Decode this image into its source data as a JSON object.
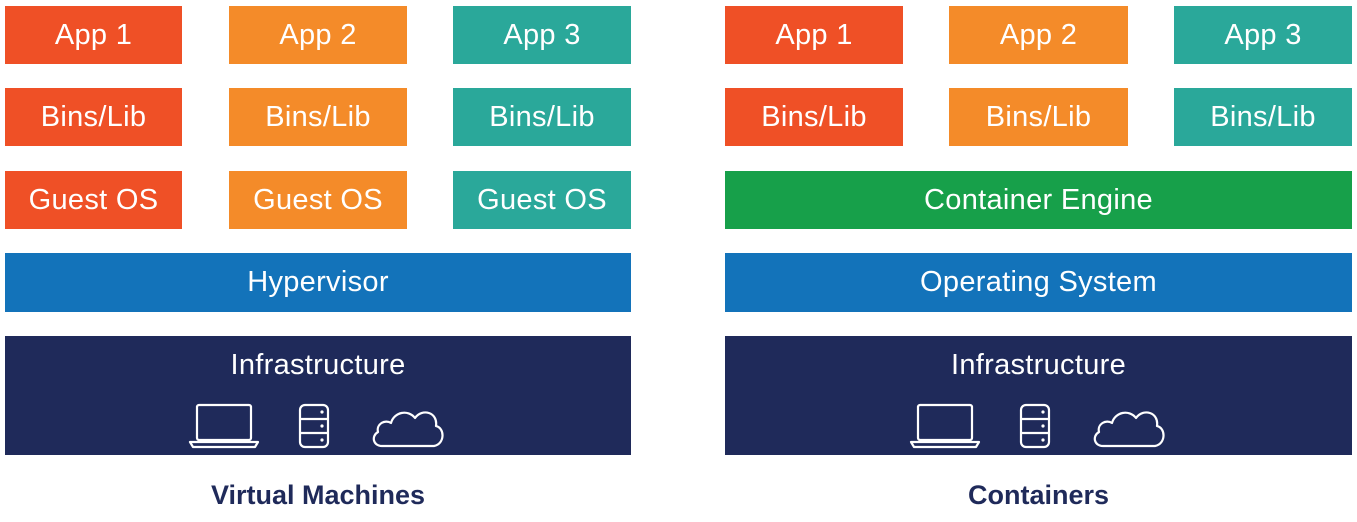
{
  "virtual_machines": {
    "caption": "Virtual Machines",
    "apps": [
      "App 1",
      "App 2",
      "App 3"
    ],
    "bins": [
      "Bins/Lib",
      "Bins/Lib",
      "Bins/Lib"
    ],
    "guest_os": [
      "Guest OS",
      "Guest OS",
      "Guest OS"
    ],
    "hypervisor": "Hypervisor",
    "infrastructure": "Infrastructure"
  },
  "containers": {
    "caption": "Containers",
    "apps": [
      "App 1",
      "App 2",
      "App 3"
    ],
    "bins": [
      "Bins/Lib",
      "Bins/Lib",
      "Bins/Lib"
    ],
    "engine": "Container Engine",
    "os": "Operating System",
    "infrastructure": "Infrastructure"
  },
  "colors": {
    "col1": "#ef5026",
    "col2": "#f48b29",
    "col3": "#2aa89a",
    "engine": "#17a04a",
    "os_layer": "#1373ba",
    "infrastructure": "#1f2a5a"
  },
  "icons": [
    "laptop-icon",
    "database-icon",
    "cloud-icon"
  ]
}
